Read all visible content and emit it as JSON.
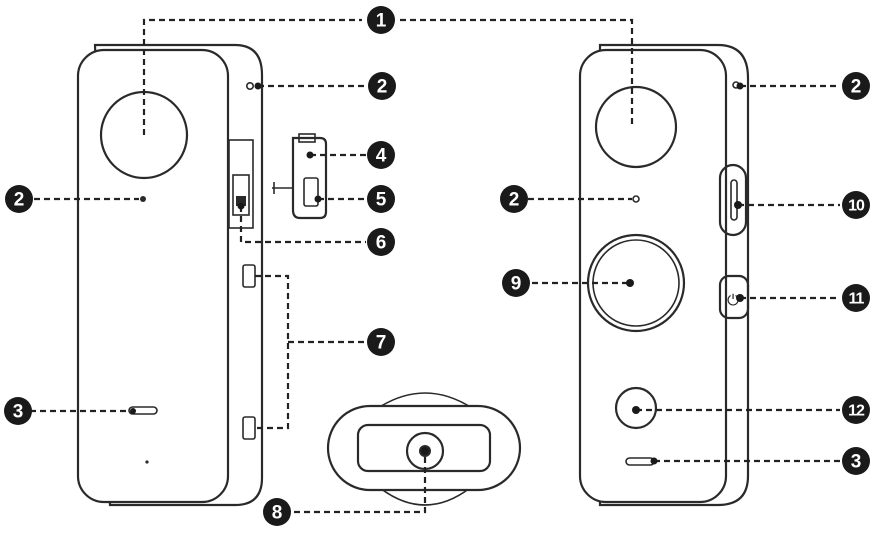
{
  "callouts": [
    {
      "id": "1",
      "label": "1"
    },
    {
      "id": "2a",
      "label": "2"
    },
    {
      "id": "2b",
      "label": "2"
    },
    {
      "id": "2c",
      "label": "2"
    },
    {
      "id": "2d",
      "label": "2"
    },
    {
      "id": "3a",
      "label": "3"
    },
    {
      "id": "3b",
      "label": "3"
    },
    {
      "id": "4",
      "label": "4"
    },
    {
      "id": "5",
      "label": "5"
    },
    {
      "id": "6",
      "label": "6"
    },
    {
      "id": "7",
      "label": "7"
    },
    {
      "id": "8",
      "label": "8"
    },
    {
      "id": "9",
      "label": "9"
    },
    {
      "id": "10",
      "label": "10"
    },
    {
      "id": "11",
      "label": "11"
    },
    {
      "id": "12",
      "label": "12"
    }
  ],
  "colors": {
    "line": "#222222",
    "badge": "#1a1a1a",
    "badge_text": "#ffffff",
    "background": "#ffffff"
  }
}
